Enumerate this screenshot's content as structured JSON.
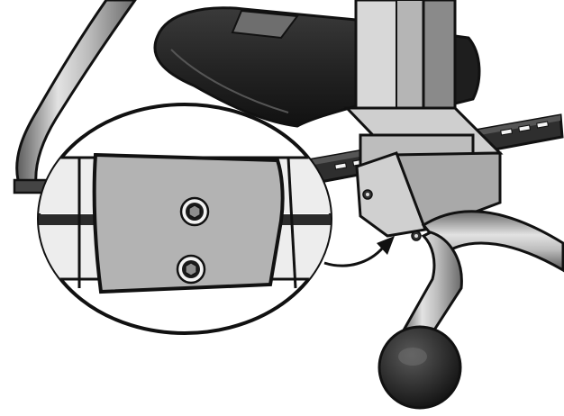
{
  "diagram": {
    "style": "black-and-white technical assembly illustration",
    "components": [
      "seat-cushion",
      "seat-post",
      "seat-bracket",
      "slide-rail",
      "frame-tube-left",
      "frame-tube-right",
      "end-cap",
      "bolt",
      "detail-magnifier",
      "pointer-arrow"
    ],
    "detail_view": {
      "shows": "bracket-plate",
      "bolt_count": 2
    },
    "colors": {
      "outline": "#111111",
      "cushion": "#2b2b2b",
      "metal_light": "#d8d8d8",
      "metal_mid": "#a9a9a9",
      "metal_dark": "#6a6a6a",
      "rail": "#3a3a3a",
      "background": "#ffffff"
    }
  }
}
